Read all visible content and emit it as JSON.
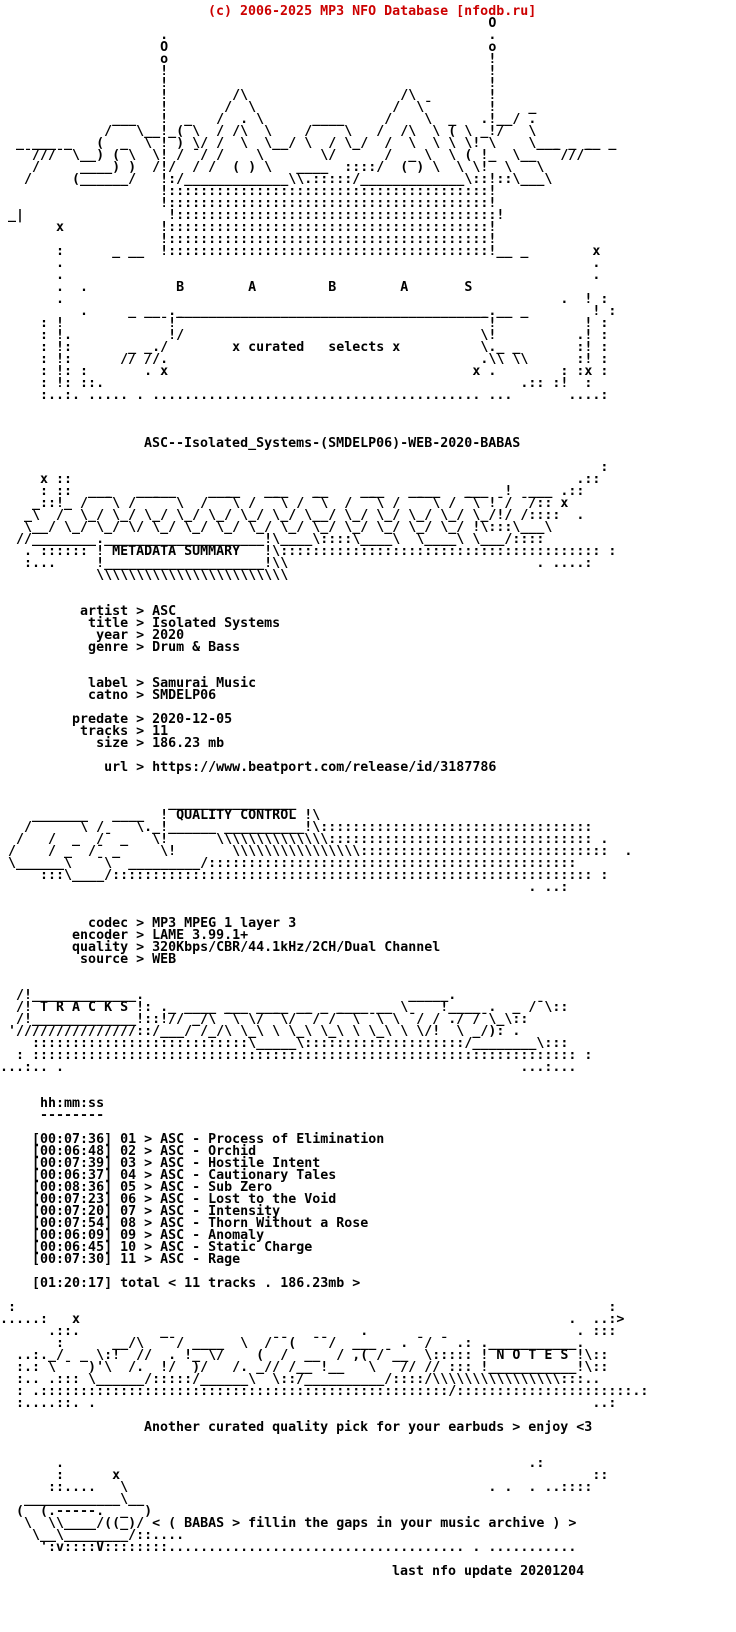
{
  "site_header": {
    "text": "(c) 2006-2025 MP3 NFO Database [nfodb.ru]",
    "color": "#cc0000"
  },
  "release": {
    "name": "ASC--Isolated_Systems-(SMDELP06)-WEB-2020-BABAS",
    "group": "BABAS",
    "logo_letters": "B A B A S",
    "logo_tagline": "x curated   selects x"
  },
  "metadata": {
    "section_title": "METADATA SUMMARY",
    "fields": {
      "artist": "ASC",
      "title": "Isolated Systems",
      "year": "2020",
      "genre": "Drum & Bass",
      "label": "Samurai Music",
      "catno": "SMDELP06",
      "predate": "2020-12-05",
      "tracks": "11",
      "size": "186.23 mb",
      "url": "https://www.beatport.com/release/id/3187786"
    },
    "display_lines": [
      "          artist > ASC",
      "           title > Isolated Systems",
      "            year > 2020",
      "           genre > Drum & Bass",
      "",
      "",
      "           label > Samurai Music",
      "           catno > SMDELP06",
      "",
      "         predate > 2020-12-05",
      "          tracks > 11",
      "            size > 186.23 mb",
      "",
      "             url > https://www.beatport.com/release/id/3187786"
    ]
  },
  "quality": {
    "section_title": "QUALITY CONTROL",
    "fields": {
      "codec": "MP3 MPEG 1 layer 3",
      "encoder": "LAME 3.99.1+",
      "quality": "320Kbps/CBR/44.1kHz/2CH/Dual Channel",
      "source": "WEB"
    },
    "display_lines": [
      "           codec > MP3 MPEG 1 layer 3",
      "         encoder > LAME 3.99.1+",
      "         quality > 320Kbps/CBR/44.1kHz/2CH/Dual Channel",
      "          source > WEB"
    ]
  },
  "tracklist": {
    "section_title": "T R A C K S",
    "time_format": "hh:mm:ss",
    "time_header_lines": [
      "     hh:mm:ss",
      "     --------"
    ],
    "tracks": [
      {
        "num": "01",
        "time": "00:07:36",
        "artist": "ASC",
        "title": "Process of Elimination"
      },
      {
        "num": "02",
        "time": "00:06:48",
        "artist": "ASC",
        "title": "Orchid"
      },
      {
        "num": "03",
        "time": "00:07:39",
        "artist": "ASC",
        "title": "Hostile Intent"
      },
      {
        "num": "04",
        "time": "00:06:37",
        "artist": "ASC",
        "title": "Cautionary Tales"
      },
      {
        "num": "05",
        "time": "00:08:36",
        "artist": "ASC",
        "title": "Sub Zero"
      },
      {
        "num": "06",
        "time": "00:07:23",
        "artist": "ASC",
        "title": "Lost to the Void"
      },
      {
        "num": "07",
        "time": "00:07:20",
        "artist": "ASC",
        "title": "Intensity"
      },
      {
        "num": "08",
        "time": "00:07:54",
        "artist": "ASC",
        "title": "Thorn Without a Rose"
      },
      {
        "num": "09",
        "time": "00:06:09",
        "artist": "ASC",
        "title": "Anomaly"
      },
      {
        "num": "10",
        "time": "00:06:45",
        "artist": "ASC",
        "title": "Static Charge"
      },
      {
        "num": "11",
        "time": "00:07:30",
        "artist": "ASC",
        "title": "Rage"
      }
    ],
    "display_lines": [
      "    [00:07:36] 01 > ASC - Process of Elimination",
      "    [00:06:48] 02 > ASC - Orchid",
      "    [00:07:39] 03 > ASC - Hostile Intent",
      "    [00:06:37] 04 > ASC - Cautionary Tales",
      "    [00:08:36] 05 > ASC - Sub Zero",
      "    [00:07:23] 06 > ASC - Lost to the Void",
      "    [00:07:20] 07 > ASC - Intensity",
      "    [00:07:54] 08 > ASC - Thorn Without a Rose",
      "    [00:06:09] 09 > ASC - Anomaly",
      "    [00:06:45] 10 > ASC - Static Charge",
      "    [00:07:30] 11 > ASC - Rage"
    ],
    "total": {
      "time": "01:20:17",
      "tracks": "11",
      "size": "186.23mb"
    },
    "total_line": "    [01:20:17] total < 11 tracks . 186.23mb >"
  },
  "notes": {
    "section_title": "N O T E S",
    "text": "Another curated quality pick for your earbuds > enjoy <3",
    "group_tagline": "< ( BABAS > fillin the gaps in your music archive ) >",
    "last_update": "last nfo update 20201204"
  },
  "ascii_art": {
    "logo": [
      "                                                             O",
      "                    .                                        .",
      "                    O                                        o",
      "                    o                                        !",
      "                    !                                        !",
      "                    !                                        !",
      "                    !        /\\                   /\\         !",
      "                    !       /  \\                 /  \\¯       !    _",
      "              ___   !  _   /  . \\      ____     /    \\  _   .!__/ .",
      "             /   \\__!_( \\  / /\\  \\    /    \\   /  /\\  \\ ( \\ _!/   \\",
      "  _ ___ _   (  _  \\ ! ) \\/ /  \\  \\__/ \\  / \\_/  /  \\  \\ \\ \\! \\    \\___ _ __ _",
      "   ¯///¯ \\__) ( \\  \\! / ¯/ /    \\       \\/      /  _ \\  \\ ( !_  \\__  ¯///¯",
      "    /     ____) )  /!/  / /  ( ) \\   ____  ::::/  ( ) \\  \\ \\!  \\   \\",
      "   /     (______/   !:/_____________\\\\.:::::/_____________\\::!::\\___\\",
      "                    !::::::::::::::::::::::::::::::::::::::::!",
      "                    !::::::::::::::::::::::::::::::::::::::::!",
      " _|                  !::::::::::::::::::::::::::::::::::::::::!",
      "       x            !::::::::::::::::::::::::::::::::::::::::!",
      "                    !::::::::::::::::::::::::::::::::::::::::!",
      "       :      _ __  !::::::::::::::::::::::::::::::::::::::::!__ _        x",
      "       .                                                                  .",
      "       .                                                                  .",
      "       .  .           B        A         B        A       S",
      "       .                                                              .  ! :",
      "          .     _ __ ._______________________________________.__ _        ! :",
      "     : !            ¯!¯                                     ¯!           ! :",
      "     : !.            !/                                     \\!          .! :",
      "     : !:       _ _./        x curated   selects x          \\._ _       :! :",
      "     : !:      // //.                                       .\\\\ \\\\      :! :",
      "     : !: :       . x                                      x .        : :x :",
      "     : !: ::.                                                    .:: :!  :",
      "     :..:. ..... . ......................................... ...       ....:"
    ],
    "metadata_banner": [
      "                                                                           :",
      "     x ::                                                               .::",
      "     : ::  ___   _____    ____   ___   __    ___   ____   ___  !  ___ .::",
      "    _::!_ /  ¯\\ /  ¯  \\  /  ¯\\ /  ¯\\ / ¯\\  /  ¯\\ /  ¯ \\ / ¯\\ !¯/ ¯/:: x",
      "   _\\  /  \\_/ \\_/ \\_/ \\_/ \\_/ \\_/ \\_/ \\__/ \\_/ \\_/ \\_/ \\_/ \\_/!/ /::::  .",
      "   \\__/ \\_/ \\_/ \\/ \\_/ \\_/ \\_/ \\_/ \\_/ \\_/ \\_/ \\_/ \\_/ \\_/ !\\:::\\___\\",
      "  //________.____________________!\\____\\::::\\____\\  \\____\\ \\___/::::",
      "   . :::::: ! METADATA SUMMARY   !\\:::::::::::::::::::::::::::::::::::::::: :",
      "   :...     !____________________!\\\\                               . ....:",
      "            \\\\\\\\\\\\\\\\\\\\\\\\\\\\\\\\\\\\\\\\\\\\\\\\"
    ],
    "quality_banner": [
      "                     ________________",
      "    _______   ____  ! QUALITY CONTROL !\\",
      "   /      \\ /    \\._!______ __________!\\::::::::::::::::::::::::::::::::::",
      "  /   /  _  /¯ _   \\!      \\\\\\\\\\\\\\\\\\\\\\\\\\\\::::::::::::::::::::::::::::::::: .",
      " /    / _  /¯ _     \\!       \\\\\\\\\\\\\\\\\\\\\\\\\\\\\\\\:::::::::::::::::::::::::::::::  .",
      " \\______\\   ¯\\  _________/::::::::::::::::::::::::::::::::::::::::::::::",
      "     :::\\____/:::::::::::::::::::::::::::::::::::::::::::::::::::::::::::: :",
      "                                                                  . ..:"
    ],
    "tracks_banner": [
      "  /!_____________.                                 _____.",
      "  /! T R A C K S !: ._ ____ ___ ____ __ _ ____ __ \\    !____ .  _ /¯\\::",
      "  /!_____________!::!// _/\\ ¯\\ \\/ ¯\\/ ¯/ /¯ \\ ¯\\ \\ ¯/ / ./ /¯\\_\\::",
      " '///////////////::/___/ /_/\\ \\_\\ \\ \\_\\ \\_\\ \\ \\_\\ \\ \\/!  \\ _/): .",
      "    :::::::::::::::::::::::::::\\_____\\::::::::::::::::::::/________\\:::",
      "  : :::::::::::::::::::::::::::::::::::::::::::::::::::::::::::::::::::: :",
      "...:.. .                                                         ...:..."
    ],
    "notes_banner": [
      " :                                                                          :",
      ".....:   x                                                             .  ..:>",
      "      .::.          _                        .                          . :::",
      "       :      __/\\   ¯/ ____  \\  /¯¯(  ¯¯/  ___   . ¯/ ¯ .: .___________.",
      "  ..:._/  _ \\:!  //  . !_ \\/    (  /  __  / ,( /¯__  \\::::: ! N O T E S !\\::",
      "  :.: \\ ¯  )'\\  /.  !/  )/   /. _// /__ !__   \\   // // ::: !___________!\\::",
      "  :.. .::: \\______/:::::/______\\  \\::/__________/::::/\\\\\\\\\\\\\\\\\\\\\\\\\\\\\\\\:::..",
      "  : .:::::::::::::::::::::::::::::::::::::::::::::::::::/::::::::::::::::::::::.:",
      "  :....::. .                                                              ..:"
    ],
    "footer_art": [
      "       .                                                          .:",
      "       :      x                                                           ::",
      "      ::....   \\                                             . .  . ..::::",
      "   ____________\\__",
      "  (  (.-----.  _  )",
      "   \\  \\\\____/((_)/ < ( BABAS > fillin the gaps in your music archive ) >",
      "    \\__\\________/::....",
      "     ':v::::V::::::::..................................... . ..........."
    ]
  }
}
